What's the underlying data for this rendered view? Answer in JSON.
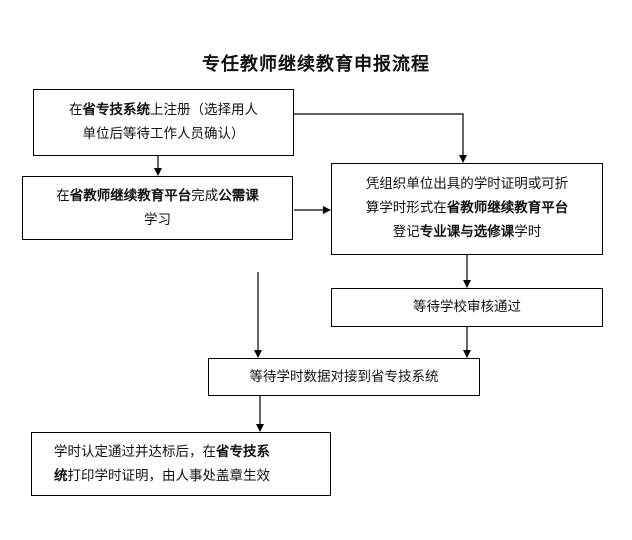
{
  "title": "专任教师继续教育申报流程",
  "boxes": {
    "register": {
      "l1_a": "在",
      "l1_b": "省专技系统",
      "l1_c": "上注册（选择用人",
      "l2": "单位后等待工作人员确认）"
    },
    "public_course": {
      "l1_a": "在",
      "l1_b": "省教师继续教育平台",
      "l1_c": "完成",
      "l1_d": "公需课",
      "l2": "学习"
    },
    "credential": {
      "l1": "凭组织单位出具的学时证明或可折",
      "l2_a": "算学时形式在",
      "l2_b": "省教师继续教育平台",
      "l3_a": "登记",
      "l3_b": "专业课与选修课",
      "l3_c": "学时"
    },
    "school_review": {
      "text": "等待学校审核通过"
    },
    "data_sync": {
      "text": "等待学时数据对接到省专技系统"
    },
    "print_cert": {
      "l1_a": "学时认定通过并达标后，在",
      "l1_b": "省专技系",
      "l2_a": "统",
      "l2_b": "打印学时证明，由人事处盖章生效"
    }
  }
}
